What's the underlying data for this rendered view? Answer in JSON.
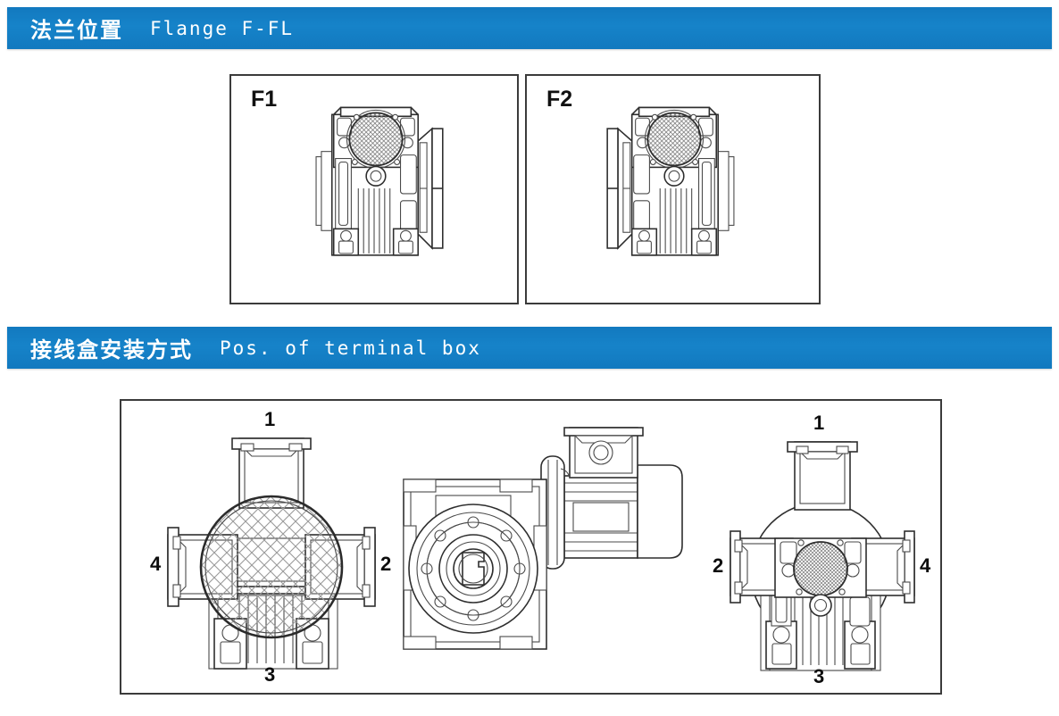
{
  "page": {
    "background_color": "#ffffff",
    "accent_blue": "#1683c9",
    "line_color": "#2e2e2e"
  },
  "sections": [
    {
      "id": "flange",
      "title_cn": "法兰位置",
      "title_en": "Flange F-FL",
      "boxes": [
        {
          "label": "F1",
          "figure": "gearbox-flange-right"
        },
        {
          "label": "F2",
          "figure": "gearbox-flange-left"
        }
      ]
    },
    {
      "id": "terminal",
      "title_cn": "接线盒安装方式",
      "title_en": "Pos. of terminal box",
      "figures": [
        {
          "id": "terminal-left",
          "figure": "gearbox-front-hatched",
          "callouts": [
            {
              "value": "1",
              "position": "top"
            },
            {
              "value": "2",
              "position": "right"
            },
            {
              "value": "3",
              "position": "bottom"
            },
            {
              "value": "4",
              "position": "left"
            }
          ]
        },
        {
          "id": "terminal-center",
          "figure": "gearbox-motor-assembly",
          "callouts": []
        },
        {
          "id": "terminal-right",
          "figure": "gearbox-front-plain",
          "callouts": [
            {
              "value": "1",
              "position": "top"
            },
            {
              "value": "2",
              "position": "left"
            },
            {
              "value": "3",
              "position": "bottom"
            },
            {
              "value": "4",
              "position": "right"
            }
          ]
        }
      ]
    }
  ]
}
